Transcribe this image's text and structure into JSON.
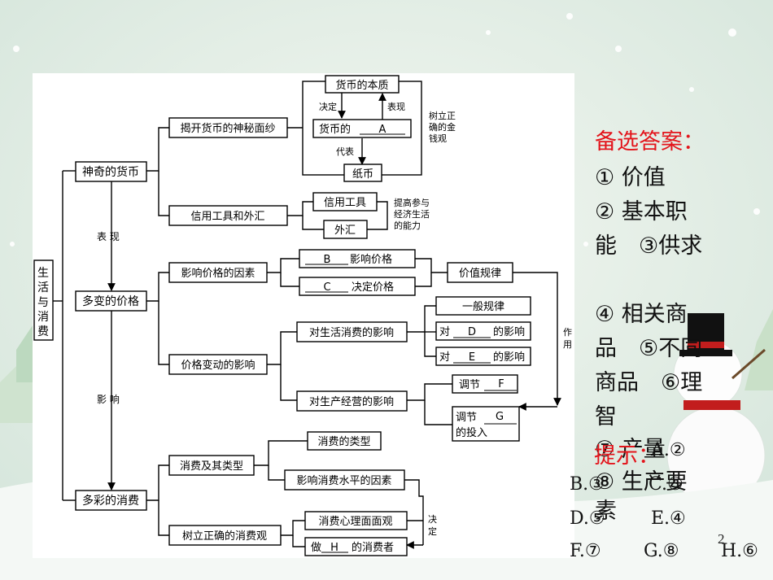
{
  "diagram": {
    "root": "生活与消费",
    "l1": [
      "神奇的货币",
      "多变的价格",
      "多彩的消费"
    ],
    "link_labels": {
      "biaoxian": "表 现",
      "yingxiang": "影 响"
    },
    "money": {
      "jiekai": "揭开货币的神秘面纱",
      "benzhi": "货币的本质",
      "juedingshort": "决定",
      "biaoxian": "表现",
      "huobide": "货币的",
      "A": "A",
      "daibiao": "代表",
      "zhibi": "纸币",
      "shuli": "树立正确的金钱观",
      "xinyong": "信用工具和外汇",
      "xinyonggongju": "信用工具",
      "waihui": "外汇",
      "tigao": "提高参与经济生活的能力"
    },
    "price": {
      "yingxiangyinsu": "影响价格的因素",
      "B": "B",
      "b_rest": "影响价格",
      "C": "C",
      "c_rest": "决定价格",
      "jiazhi": "价值规律",
      "biandong": "价格变动的影响",
      "shenghuo": "对生活消费的影响",
      "yiban": "一般规律",
      "dui": "对",
      "D": "D",
      "E": "E",
      "de_yingxiang": "的影响",
      "shengchan": "对生产经营的影响",
      "tiaojie": "调节",
      "F": "F",
      "G": "G",
      "touru": "的投入",
      "zuoyong": "作用"
    },
    "consume": {
      "jileixing": "消费及其类型",
      "leixing": "消费的类型",
      "shuiping": "影响消费水平的因素",
      "zhengque": "树立正确的消费观",
      "xinli": "消费心理面面观",
      "zuo": "做",
      "H": "H",
      "xiaofeizhe": "的消费者",
      "jueding": "决定"
    }
  },
  "answers": {
    "title": "备选答案：",
    "line1": "① 价值",
    "line2": "② 基本职",
    "line3": "能　③供求",
    "line4": "④ 相关商",
    "line5": "品　⑤不同",
    "line6": "商品　⑥理",
    "line7": "智",
    "line8": "⑦ 产量",
    "line9": "⑧ 生产要",
    "line10": "素"
  },
  "hint": {
    "label": "提示：",
    "a": "A.②",
    "b": "B.③",
    "c": "C.③",
    "d": "D.⑤",
    "e": "E.④",
    "f": "F.⑦",
    "g": "G.⑧",
    "h": "H.⑥"
  },
  "page_number": "2",
  "colors": {
    "hint_red": "#e3141b",
    "panel": "#ffffff"
  }
}
